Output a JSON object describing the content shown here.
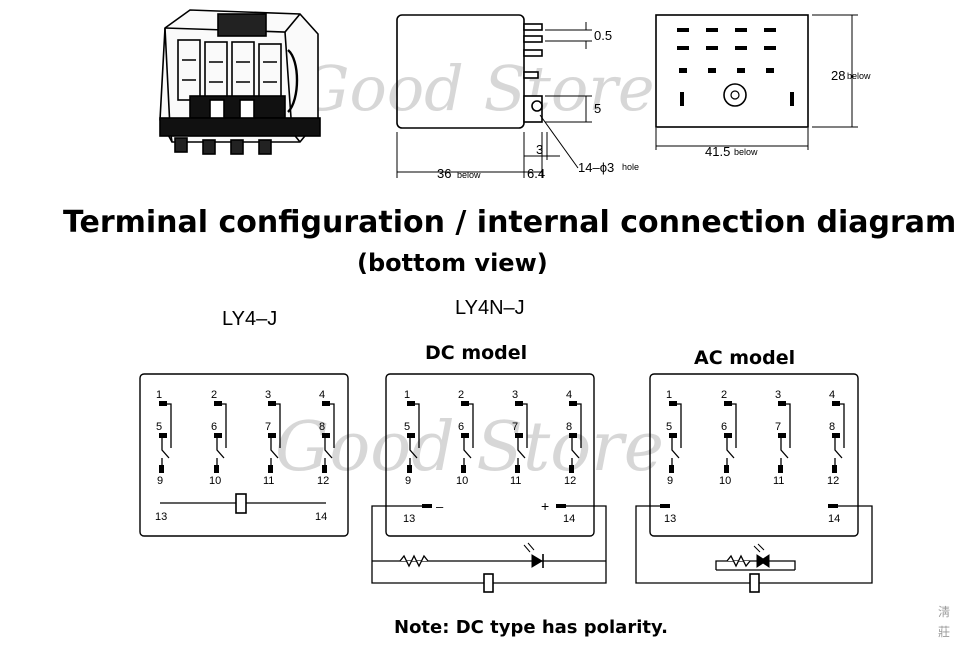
{
  "dimensions": {
    "top_gap": "0.5",
    "pin_pitch": "5",
    "pin_width": "3",
    "hole": "14–ϕ3",
    "hole_suffix": "hole",
    "length": "36",
    "length_suffix": "below",
    "pin_len": "6.4",
    "height": "28",
    "height_suffix": "below",
    "width": "41.5",
    "width_suffix": "below"
  },
  "headings": {
    "title": "Terminal configuration / internal connection diagram",
    "subtitle": "(bottom view)"
  },
  "models": {
    "ly4": "LY4–J",
    "ly4n": "LY4N–J",
    "dc": "DC model",
    "ac": "AC model"
  },
  "terminals": {
    "top": [
      "1",
      "2",
      "3",
      "4"
    ],
    "mid": [
      "5",
      "6",
      "7",
      "8"
    ],
    "bottom": [
      "9",
      "10",
      "11",
      "12"
    ],
    "coil_left": "13",
    "coil_right": "14",
    "minus": "–",
    "plus": "+"
  },
  "note": "Note: DC type has polarity.",
  "watermark": "Good Store",
  "corner_chars": [
    "淸",
    "莊"
  ]
}
